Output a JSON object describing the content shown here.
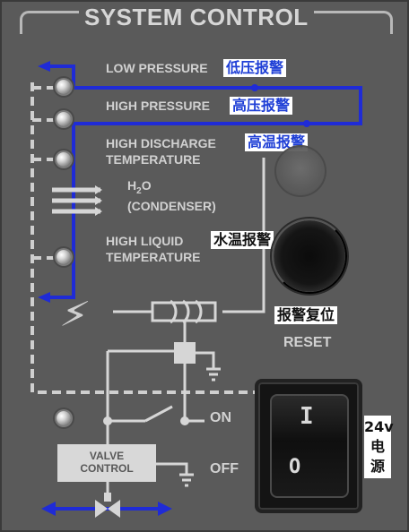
{
  "panel": {
    "title": "SYSTEM CONTROL",
    "labels": {
      "low_pressure": "LOW PRESSURE",
      "high_pressure": "HIGH PRESSURE",
      "high_discharge_1": "HIGH DISCHARGE",
      "high_discharge_2": "TEMPERATURE",
      "h2o_1": "H",
      "h2o_2": "O",
      "h2o_sub": "2",
      "condenser": "(CONDENSER)",
      "high_liquid_1": "HIGH LIQUID",
      "high_liquid_2": "TEMPERATURE",
      "reset": "RESET",
      "on": "ON",
      "off": "OFF",
      "valve_1": "VALVE",
      "valve_2": "CONTROL"
    },
    "cn_overlays": {
      "low_pressure_alarm": "低压报警",
      "high_pressure_alarm": "高压报警",
      "high_temp_alarm": "高温报警",
      "water_temp_alarm": "水温报警",
      "alarm_reset": "报警复位",
      "power_24v": "24v",
      "power_cn_1": "电",
      "power_cn_2": "源"
    },
    "switch_marks": {
      "top": "I",
      "bottom": "O"
    },
    "colors": {
      "panel_gray": "#5a5a5a",
      "engraving": "#d1d1d1",
      "blue_lines": "#1f2bd6",
      "white_lines": "#d6d6d6"
    },
    "icons": {
      "lightning": "⚡"
    }
  }
}
